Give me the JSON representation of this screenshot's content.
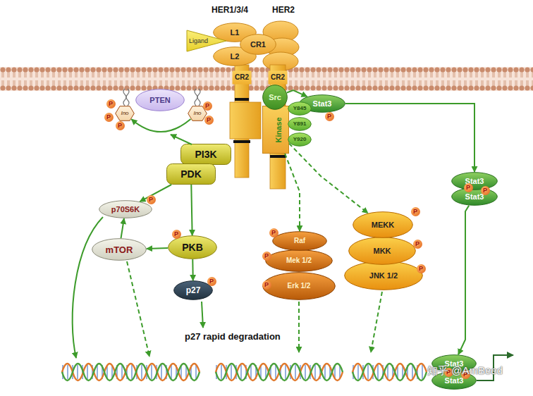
{
  "diagram": {
    "nodes": [
      {
        "text": [
          "L1"
        ]
      },
      {
        "text": [
          "Ligand"
        ]
      },
      {
        "text": [
          "CR1"
        ]
      },
      {
        "text": [
          "L2"
        ]
      },
      {
        "text": [
          "CR2"
        ]
      },
      {
        "text": [
          "CR2"
        ]
      },
      {
        "text": [
          "Src"
        ]
      },
      {
        "text": [
          "Stat3"
        ]
      },
      {
        "text": [
          "PTEN"
        ]
      },
      {
        "text": [
          "Kinase"
        ]
      },
      {
        "text": [
          "Y845"
        ]
      },
      {
        "text": [
          "Y891"
        ]
      },
      {
        "text": [
          "Y920"
        ]
      },
      {
        "text": [
          "Ino"
        ]
      },
      {
        "text": [
          "Ino"
        ]
      },
      {
        "text": [
          "PI3K"
        ]
      },
      {
        "text": [
          "PDK"
        ]
      },
      {
        "text": [
          "Stat3"
        ]
      },
      {
        "text": [
          "Stat3"
        ]
      },
      {
        "text": [
          "p70S6K"
        ]
      },
      {
        "text": [
          "MEKK"
        ]
      },
      {
        "text": [
          "Raf"
        ]
      },
      {
        "text": [
          "mTOR"
        ]
      },
      {
        "text": [
          "PKB"
        ]
      },
      {
        "text": [
          "MKK"
        ]
      },
      {
        "text": [
          "Mek 1/2"
        ]
      },
      {
        "text": [
          "Erk 1/2"
        ]
      },
      {
        "text": [
          "JNK 1/2"
        ]
      },
      {
        "text": [
          "p27"
        ]
      },
      {
        "text": [
          "Stat3"
        ]
      },
      {
        "text": [
          "Stat3"
        ]
      }
    ],
    "edges": [
      {
        "from": 6,
        "to": 7,
        "arrow": "to"
      },
      {
        "from": 7,
        "to": 17,
        "arrow": "to"
      },
      {
        "from": 14,
        "to": 13,
        "arrow": "to"
      },
      {
        "from": 16,
        "to": 19,
        "arrow": "to"
      },
      {
        "from": 16,
        "to": 23,
        "arrow": "to"
      },
      {
        "from": 9,
        "to": 21,
        "arrow": "to"
      },
      {
        "from": 9,
        "to": 20,
        "arrow": "to"
      },
      {
        "from": 23,
        "to": 22,
        "arrow": "to"
      },
      {
        "from": 22,
        "to": 19,
        "arrow": "to"
      },
      {
        "from": 23,
        "to": 28,
        "arrow": "to"
      },
      {
        "from": 18,
        "to": 29,
        "arrow": "to"
      }
    ],
    "labels": [
      "HER1/3/4",
      "HER2",
      "P",
      "P",
      "P",
      "P",
      "P",
      "P",
      "P",
      "P",
      "P",
      "P",
      "P",
      "P",
      "P",
      "P",
      "P",
      "P",
      "P",
      "p27 rapid degradation",
      "P",
      "P",
      "知乎 @AmBeed"
    ]
  }
}
